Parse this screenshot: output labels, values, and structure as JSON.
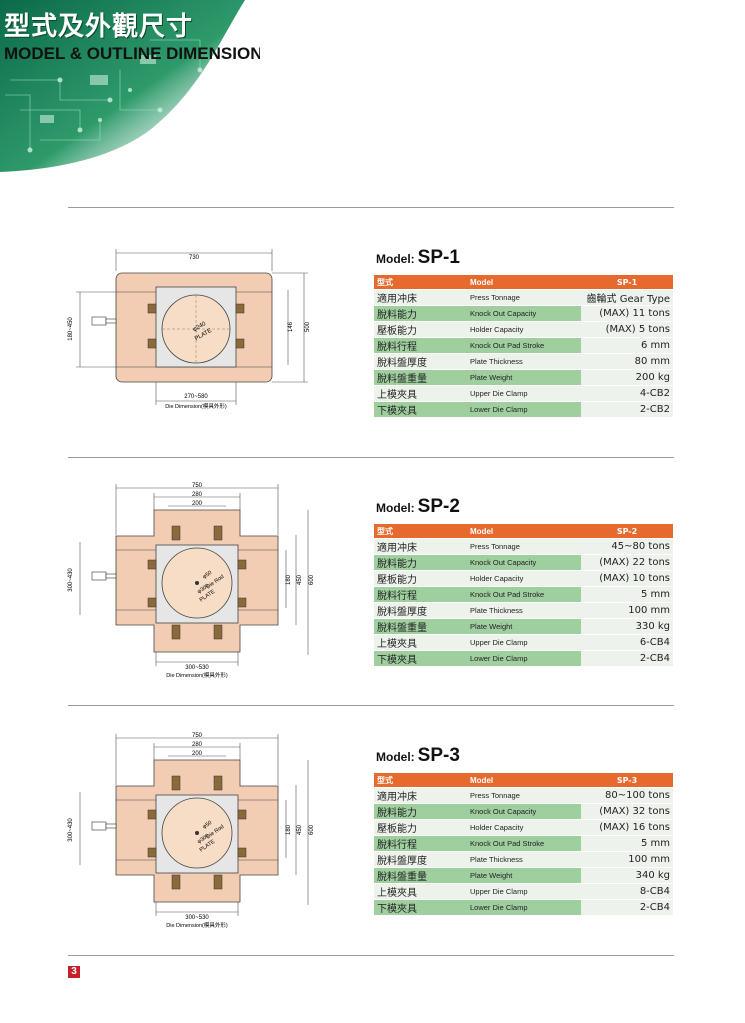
{
  "header": {
    "title_zh": "型式及外觀尺寸",
    "title_en": "MODEL & OUTLINE DIMENSIONS"
  },
  "colors": {
    "table_header": "#e66a2e",
    "row_green": "#9fcf9f",
    "row_light": "#edf3ea",
    "plate_fill": "#f2cdb3",
    "page_badge": "#c8202a"
  },
  "models": [
    {
      "model_prefix": "Model:",
      "name": "SP-1",
      "table_header": [
        "型式",
        "Model",
        "SP-1"
      ],
      "rows": [
        {
          "zh": "適用冲床",
          "en": "Press Tonnage",
          "value": "齒輪式 Gear Type"
        },
        {
          "zh": "脫料能力",
          "en": "Knock Out Capacity",
          "value": "(MAX) 11 tons"
        },
        {
          "zh": "壓板能力",
          "en": "Holder Capacity",
          "value": "(MAX)  5 tons"
        },
        {
          "zh": "脫料行程",
          "en": "Knock Out Pad Stroke",
          "value": "6 mm"
        },
        {
          "zh": "脫料盤厚度",
          "en": "Plate Thickness",
          "value": "80 mm"
        },
        {
          "zh": "脫料盤重量",
          "en": "Plate Weight",
          "value": "200 kg"
        },
        {
          "zh": "上模夾具",
          "en": "Upper Die Clamp",
          "value": "4-CB2"
        },
        {
          "zh": "下模夾具",
          "en": "Lower Die Clamp",
          "value": "2-CB2"
        }
      ],
      "diagram": {
        "width_label": "730",
        "left_label": "180~450",
        "right_inner_label": "146",
        "right_outer_label": "500",
        "circle_label_1": "φ240",
        "circle_label_2": "PLATE",
        "bottom_label": "270~580",
        "bottom_caption": "Die Dimension(模具外形)"
      }
    },
    {
      "model_prefix": "Model:",
      "name": "SP-2",
      "table_header": [
        "型式",
        "Model",
        "SP-2"
      ],
      "rows": [
        {
          "zh": "適用冲床",
          "en": "Press Tonnage",
          "value": "45~80 tons"
        },
        {
          "zh": "脫料能力",
          "en": "Knock Out Capacity",
          "value": "(MAX) 22 tons"
        },
        {
          "zh": "壓板能力",
          "en": "Holder Capacity",
          "value": "(MAX) 10 tons"
        },
        {
          "zh": "脫料行程",
          "en": "Knock Out Pad Stroke",
          "value": "5 mm"
        },
        {
          "zh": "脫料盤厚度",
          "en": "Plate Thickness",
          "value": "100 mm"
        },
        {
          "zh": "脫料盤重量",
          "en": "Plate Weight",
          "value": "330 kg"
        },
        {
          "zh": "上模夾具",
          "en": "Upper Die Clamp",
          "value": "6-CB4"
        },
        {
          "zh": "下模夾具",
          "en": "Lower Die Clamp",
          "value": "2-CB4"
        }
      ],
      "diagram": {
        "width_label": "750",
        "mid_label": "280",
        "inner_label": "200",
        "left_label": "300~430",
        "right_label_1": "180",
        "right_label_2": "450",
        "right_label_3": "600",
        "circle_label_1": "φ50",
        "circle_label_2": "Die Rod",
        "circle_label_3": "φ300",
        "circle_label_4": "PLATE",
        "bottom_label": "300~530",
        "bottom_caption": "Die Dimension(模具外形)"
      }
    },
    {
      "model_prefix": "Model:",
      "name": "SP-3",
      "table_header": [
        "型式",
        "Model",
        "SP-3"
      ],
      "rows": [
        {
          "zh": "適用冲床",
          "en": "Press Tonnage",
          "value": "80~100 tons"
        },
        {
          "zh": "脫料能力",
          "en": "Knock Out Capacity",
          "value": "(MAX) 32 tons"
        },
        {
          "zh": "壓板能力",
          "en": "Holder Capacity",
          "value": "(MAX) 16 tons"
        },
        {
          "zh": "脫料行程",
          "en": "Knock Out Pad Stroke",
          "value": "5 mm"
        },
        {
          "zh": "脫料盤厚度",
          "en": "Plate Thickness",
          "value": "100 mm"
        },
        {
          "zh": "脫料盤重量",
          "en": "Plate Weight",
          "value": "340 kg"
        },
        {
          "zh": "上模夾具",
          "en": "Upper Die Clamp",
          "value": "8-CB4"
        },
        {
          "zh": "下模夾具",
          "en": "Lower Die Clamp",
          "value": "2-CB4"
        }
      ],
      "diagram": {
        "width_label": "750",
        "mid_label": "280",
        "inner_label": "200",
        "left_label": "300~430",
        "right_label_1": "180",
        "right_label_2": "450",
        "right_label_3": "600",
        "circle_label_1": "φ50",
        "circle_label_2": "Die Rod",
        "circle_label_3": "φ300",
        "circle_label_4": "PLATE",
        "bottom_label": "300~530",
        "bottom_caption": "Die Dimension(模具外形)"
      }
    }
  ],
  "footer": {
    "page_number": "3"
  }
}
